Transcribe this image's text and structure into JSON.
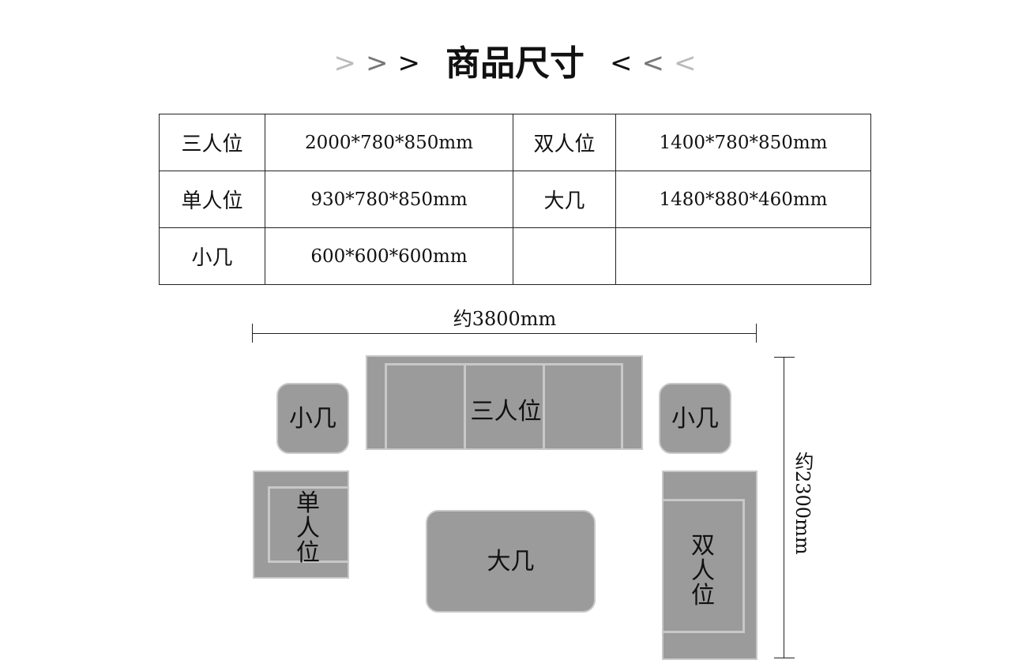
{
  "title": {
    "chev_left": [
      ">",
      ">",
      ">"
    ],
    "text": "商品尺寸",
    "chev_right": [
      "<",
      "<",
      "<"
    ]
  },
  "spec_table": {
    "rows": [
      {
        "name1": "三人位",
        "size1": "2000*780*850mm",
        "name2": "双人位",
        "size2": "1400*780*850mm"
      },
      {
        "name1": "单人位",
        "size1": "930*780*850mm",
        "name2": "大几",
        "size2": "1480*880*460mm"
      },
      {
        "name1": "小几",
        "size1": "600*600*600mm",
        "name2": "",
        "size2": ""
      }
    ]
  },
  "layout_diagram": {
    "width_label": "约3800mm",
    "depth_label": "约2300mm",
    "pieces": {
      "three_seat": "三人位",
      "side_table_left": "小几",
      "side_table_right": "小几",
      "single_seat": "单人位",
      "double_seat": "双人位",
      "coffee_table": "大几"
    }
  },
  "colors": {
    "piece_fill": "#9b9b9b",
    "piece_outline": "#c8c8c8",
    "line": "#222222"
  }
}
